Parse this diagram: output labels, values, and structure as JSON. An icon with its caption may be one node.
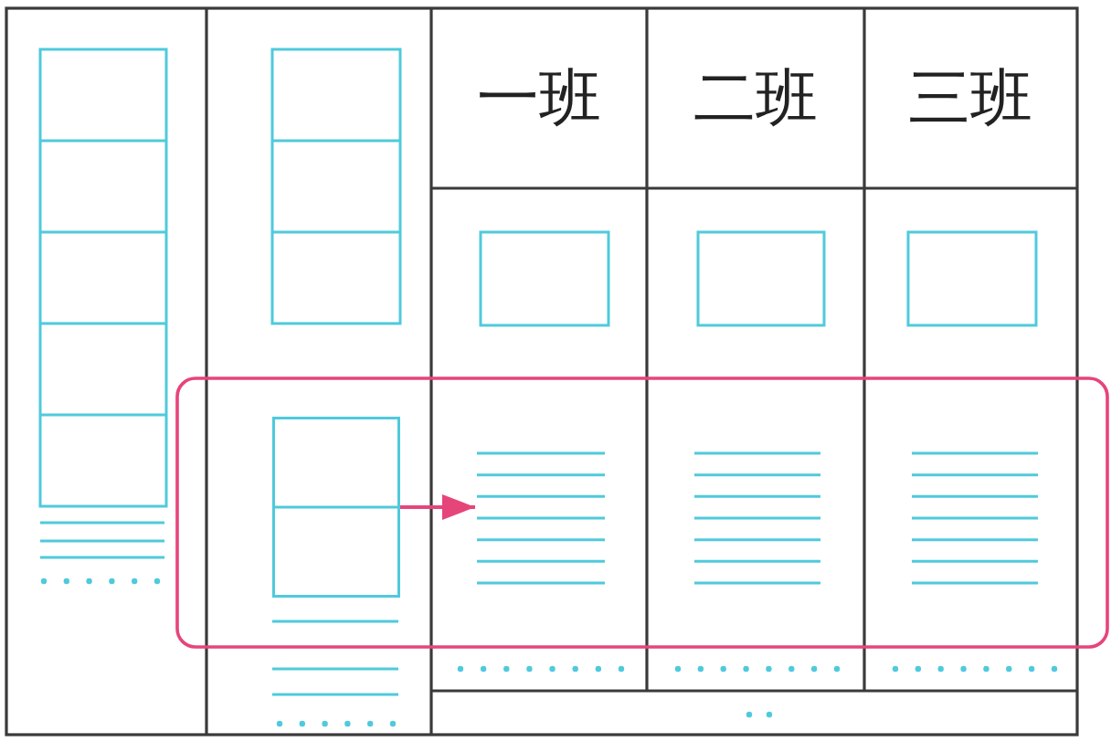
{
  "diagram": {
    "nodes": [
      {
        "text": [],
        "shape": "box"
      },
      {
        "text": [],
        "shape": "lines"
      }
    ],
    "edges": [
      {
        "from": 0,
        "to": 1,
        "arrow": "to"
      }
    ],
    "labels": [
      "一班",
      "二班",
      "三班"
    ]
  }
}
